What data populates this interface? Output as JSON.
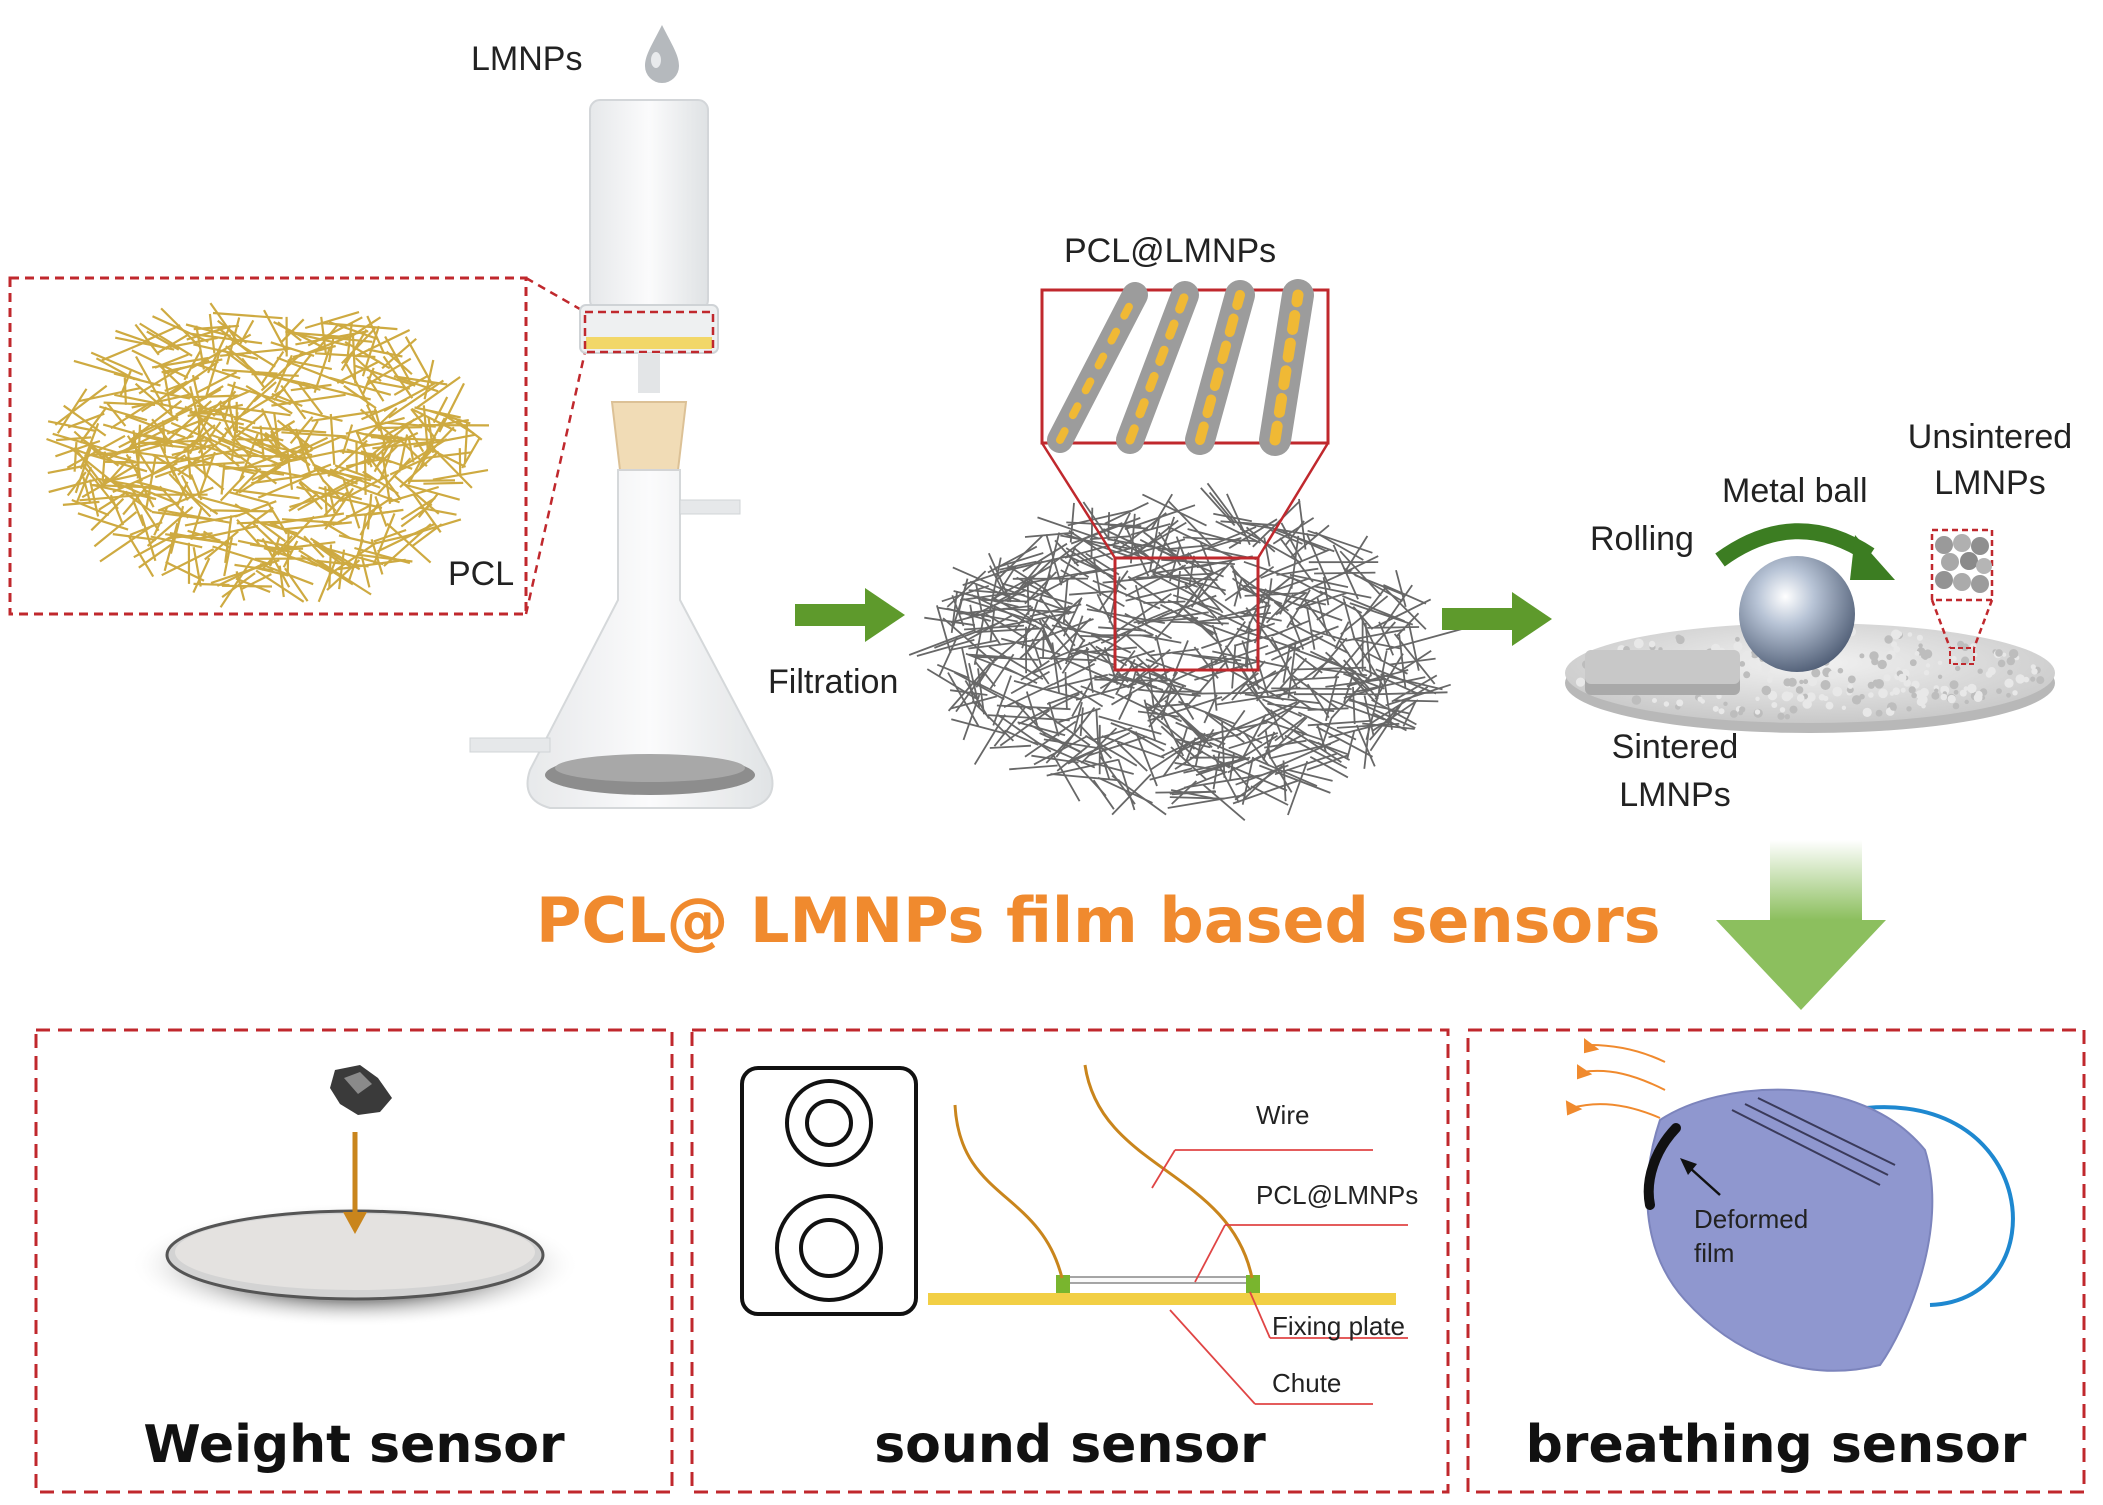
{
  "top": {
    "drop_label": "LMNPs",
    "mat_label": "PCL",
    "step1_label": "Filtration",
    "composite_label": "PCL@LMNPs",
    "rolling_label": "Rolling",
    "ball_label": "Metal ball",
    "unsintered_label_1": "Unsintered",
    "unsintered_label_2": "LMNPs",
    "sintered_label_1": "Sintered",
    "sintered_label_2": "LMNPs"
  },
  "main_title": "PCL@ LMNPs film based sensors",
  "panels": {
    "weight": {
      "title": "Weight sensor"
    },
    "sound": {
      "title": "sound sensor",
      "labels": [
        "Wire",
        "PCL@LMNPs",
        "Fixing plate",
        "Chute"
      ]
    },
    "breathing": {
      "title": "breathing sensor",
      "annotation_1": "Deformed",
      "annotation_2": "film"
    }
  },
  "colors": {
    "accent_orange": "#f08a2e",
    "dash_red": "#c0282d",
    "arrow_green": "#5e9a2c",
    "fiber_gold": "#c9a12d",
    "fiber_gray": "#555555",
    "mask_blue": "#8f97cf"
  }
}
